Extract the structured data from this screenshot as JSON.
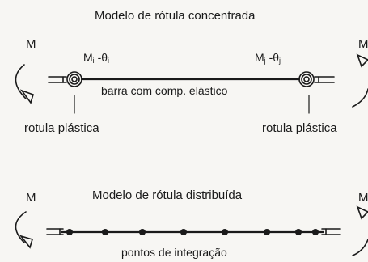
{
  "concentrated": {
    "title": "Modelo de rótula concentrada",
    "moment_left": "M",
    "moment_right": "M",
    "mi_sym": "M",
    "mi_sub": "i",
    "mi_theta": "-θ",
    "mi_theta_sub": "i",
    "mj_sym": "M",
    "mj_sub": "j",
    "mj_theta": "-θ",
    "mj_theta_sub": "j",
    "bar_label": "barra com comp. elástico",
    "hinge_left": "rotula plástica",
    "hinge_right": "rotula plástica"
  },
  "distributed": {
    "title": "Modelo de rótula distribuída",
    "moment_left": "M",
    "moment_right": "M",
    "points_label": "pontos de integração"
  },
  "colors": {
    "ink": "#1a1a1a",
    "paper": "#f7f6f3"
  }
}
